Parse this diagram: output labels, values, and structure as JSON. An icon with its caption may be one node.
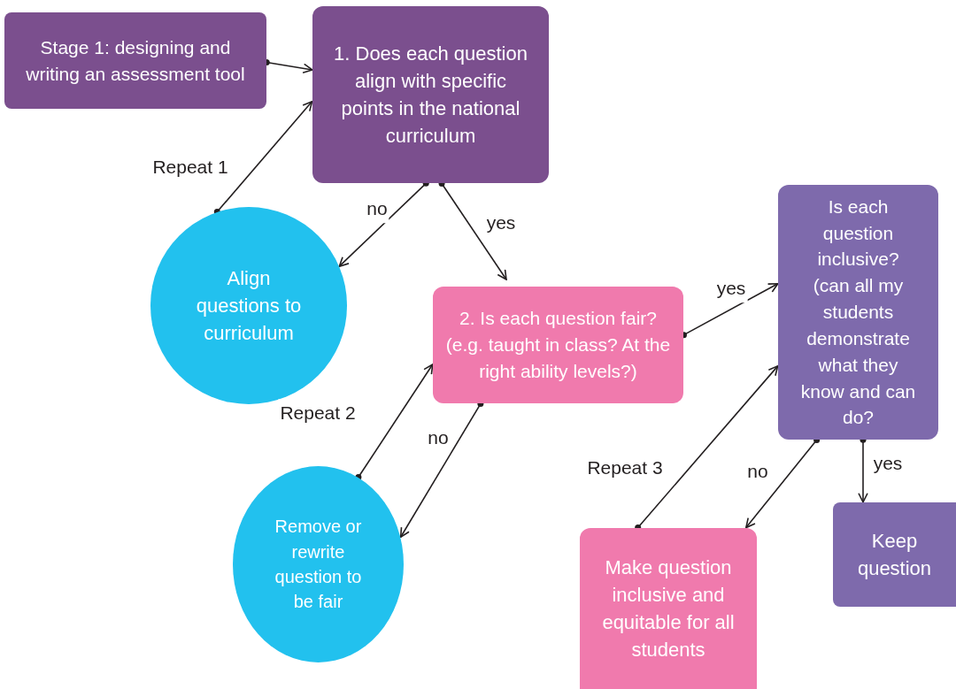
{
  "diagram": {
    "nodes": [
      {
        "text": [
          "Stage 1: designing and writing an assessment tool"
        ]
      },
      {
        "text": [
          "1. Does each question align with specific points in the national curriculum"
        ]
      },
      {
        "text": [
          "Align questions to curriculum"
        ]
      },
      {
        "text": [
          "2. Is each question fair? (e.g. taught in class? At the right ability levels?)"
        ]
      },
      {
        "text": [
          "Is each question inclusive? (can all my students demonstrate what they know and can do?"
        ]
      },
      {
        "text": [
          "Remove or rewrite question to be fair"
        ]
      },
      {
        "text": [
          "Make question inclusive and equitable for all students"
        ]
      },
      {
        "text": [
          "Keep question"
        ]
      }
    ],
    "edges": [
      {
        "from": 0,
        "to": 1,
        "arrow": "to"
      },
      {
        "from": 2,
        "to": 1,
        "arrow": "to",
        "label": "Repeat 1"
      },
      {
        "from": 1,
        "to": 2,
        "arrow": "to",
        "label": "no"
      },
      {
        "from": 1,
        "to": 3,
        "arrow": "to",
        "label": "yes"
      },
      {
        "from": 3,
        "to": 4,
        "arrow": "to",
        "label": "yes"
      },
      {
        "from": 5,
        "to": 3,
        "arrow": "to",
        "label": "Repeat 2"
      },
      {
        "from": 3,
        "to": 5,
        "arrow": "to",
        "label": "no"
      },
      {
        "from": 6,
        "to": 4,
        "arrow": "to",
        "label": "Repeat 3"
      },
      {
        "from": 4,
        "to": 6,
        "arrow": "to",
        "label": "no"
      },
      {
        "from": 4,
        "to": 7,
        "arrow": "to",
        "label": "yes"
      }
    ]
  }
}
